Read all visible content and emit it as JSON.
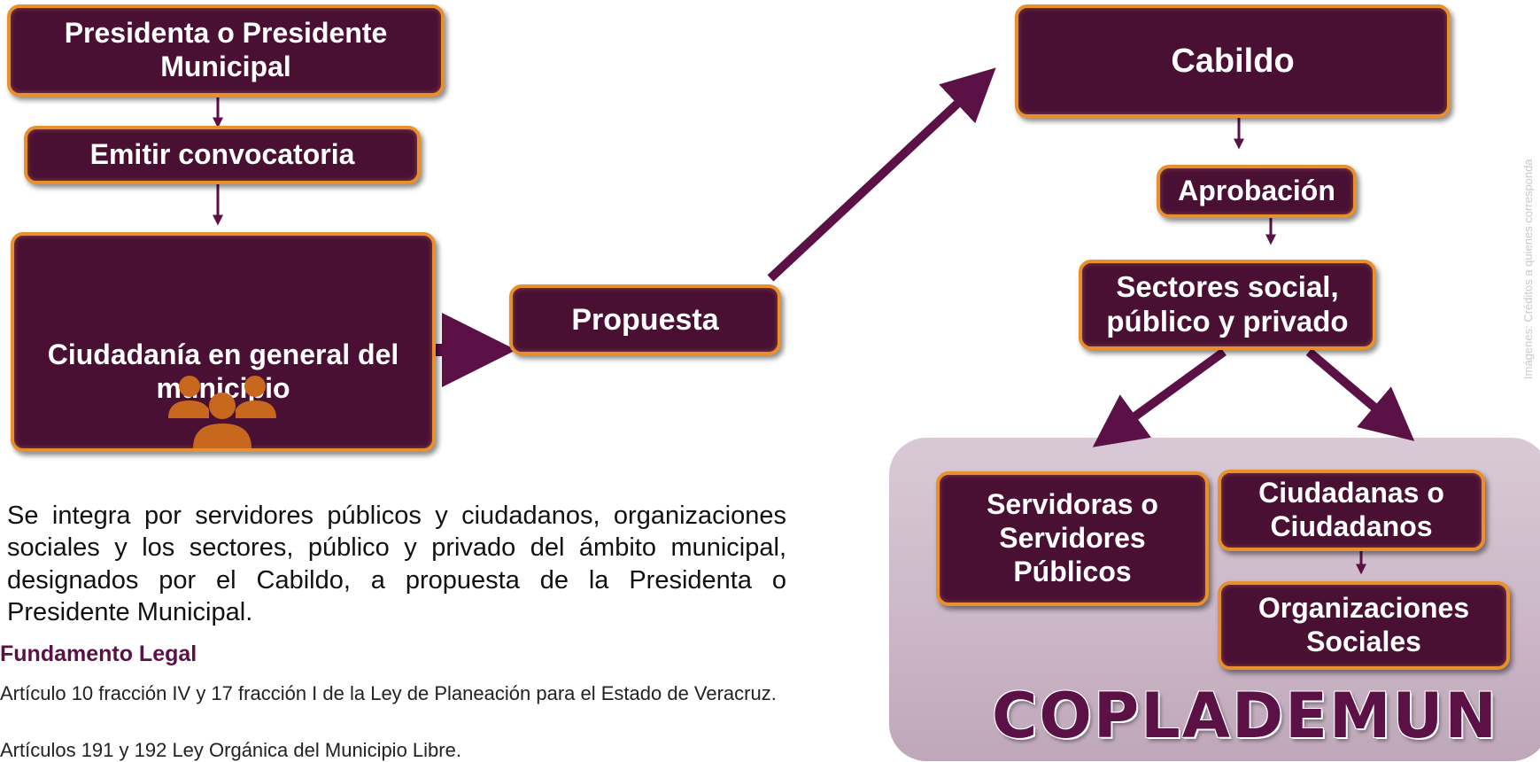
{
  "nodes": {
    "president": "Presidenta o Presidente Municipal",
    "convocatoria": "Emitir convocatoria",
    "ciudadania": "Ciudadanía en general del municipio",
    "propuesta": "Propuesta",
    "cabildo": "Cabildo",
    "aprobacion": "Aprobación",
    "sectores": "Sectores social, público y privado",
    "servidores": "Servidoras o Servidores Públicos",
    "ciudadanos": "Ciudadanas o Ciudadanos",
    "organizaciones": "Organizaciones Sociales"
  },
  "brand": "COPLADEMUN",
  "description": "Se integra por servidores públicos y ciudadanos, organizaciones sociales y los sectores, público y privado del ámbito municipal, designados por el Cabildo, a propuesta de la Presidenta o Presidente Municipal.",
  "legal": {
    "title": "Fundamento  Legal",
    "line1": "Artículo 10 fracción IV y 17 fracción I de la Ley de Planeación para el Estado de Veracruz.",
    "line2": "Artículos 191 y 192 Ley Orgánica del Municipio  Libre."
  },
  "credit": "Imágenes: Créditos a quienes corresponda",
  "icons": {
    "people": "people-group-icon"
  },
  "colors": {
    "box_fill": "#4a1034",
    "box_border": "#e8902e",
    "arrow": "#5c1146",
    "icon": "#c8681e",
    "panel": "#d2c0cf"
  }
}
